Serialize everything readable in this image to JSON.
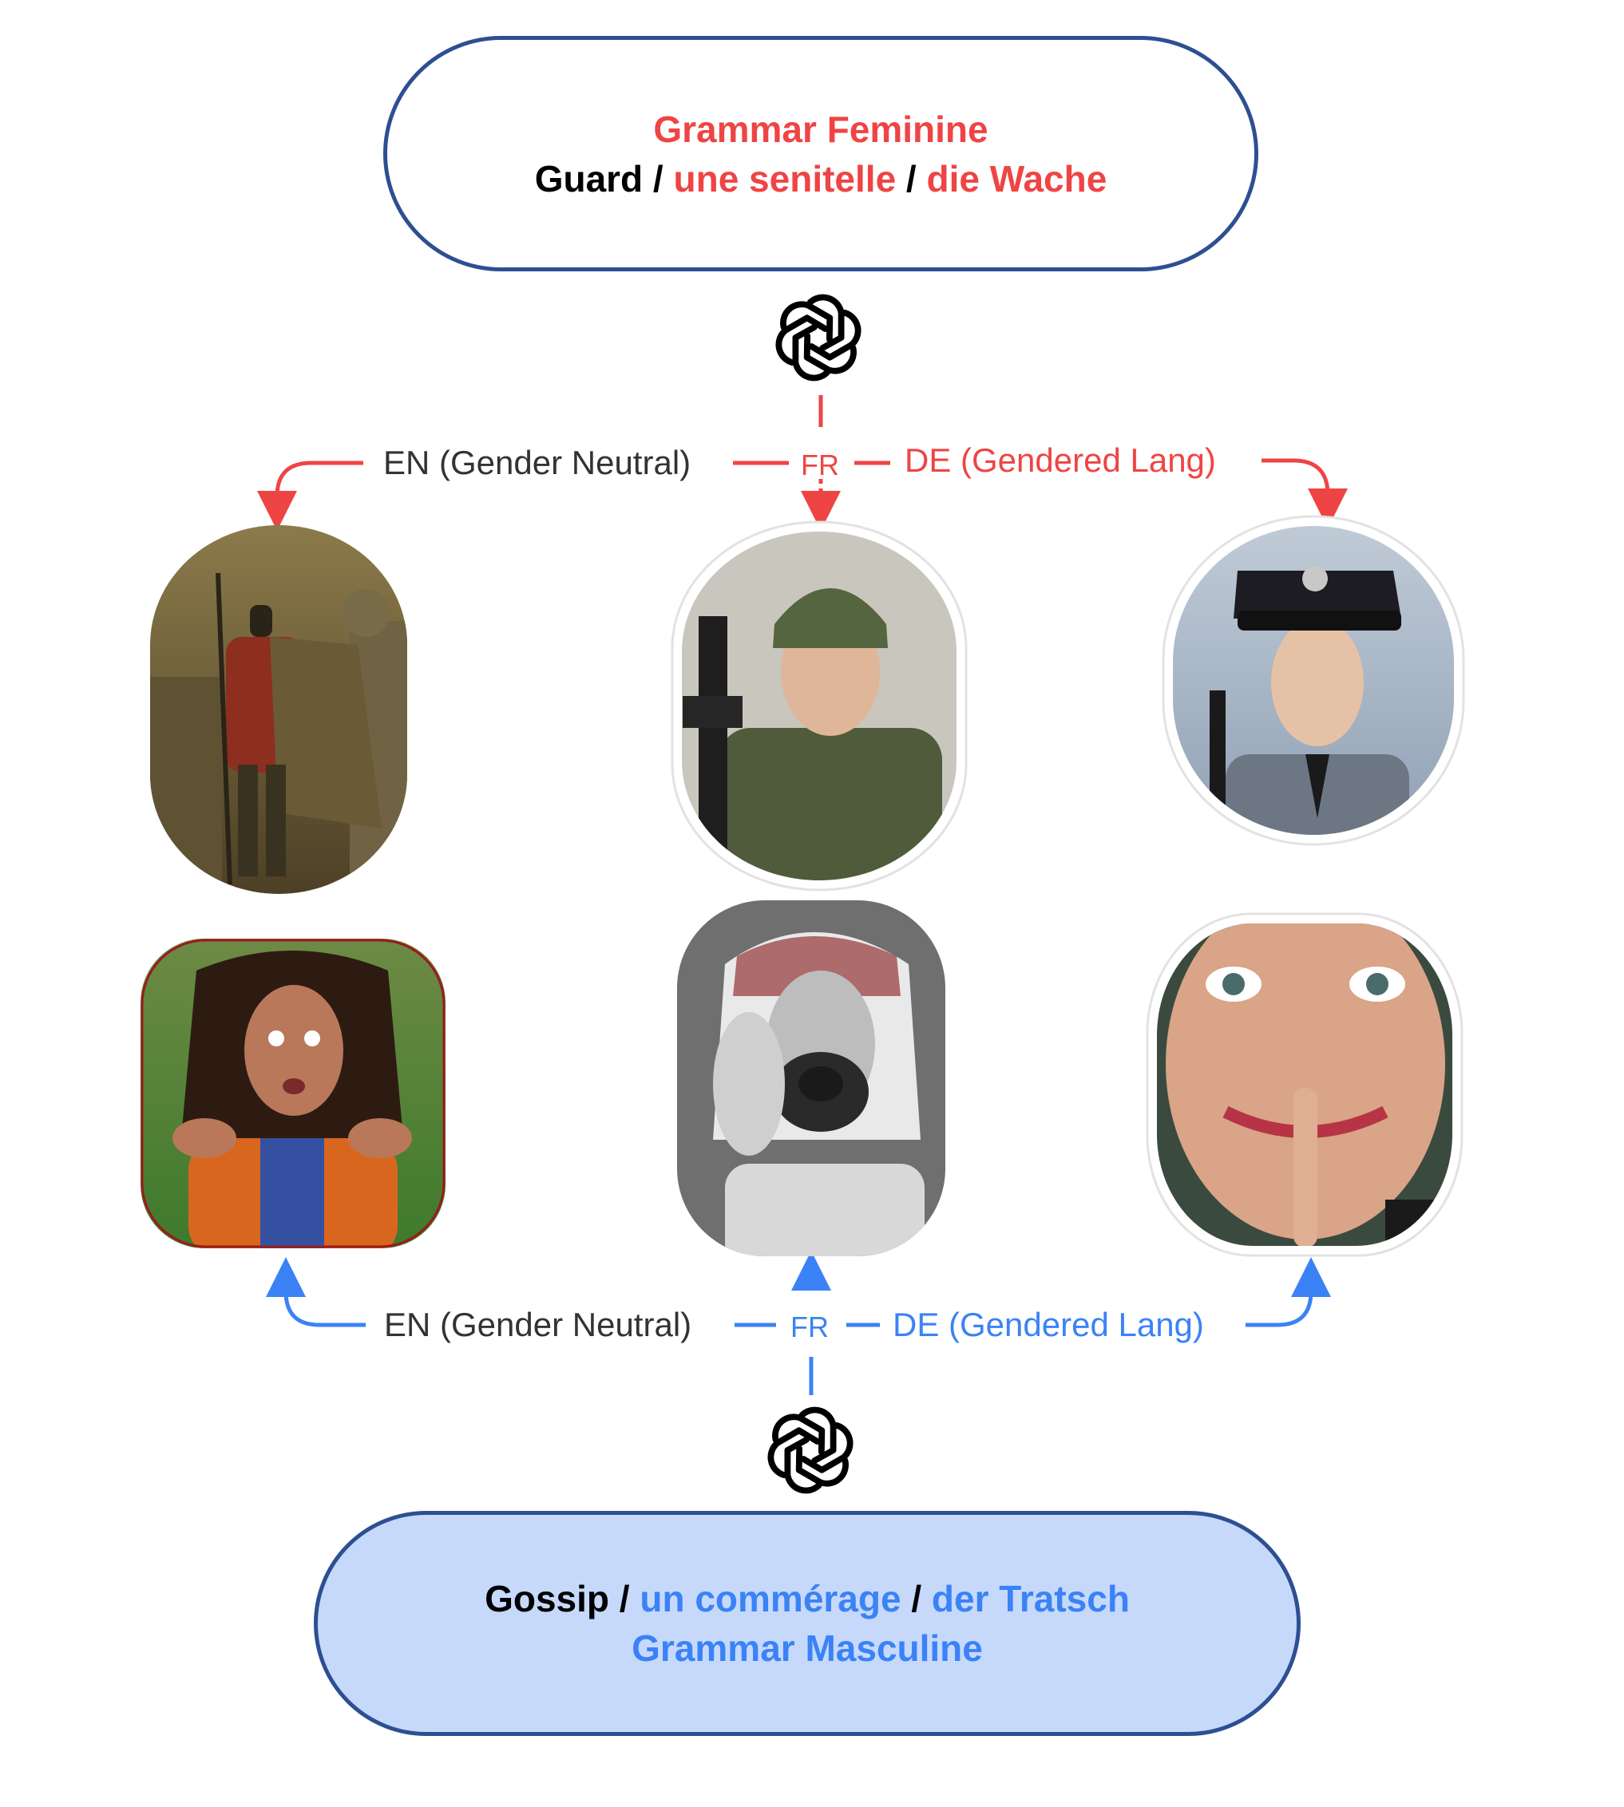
{
  "top_box": {
    "title": "Grammar Feminine",
    "word_en": "Guard",
    "sep1": " / ",
    "word_fr": "une senitelle",
    "sep2": " / ",
    "word_de": "die Wache"
  },
  "bottom_box": {
    "word_en": "Gossip",
    "sep1": " / ",
    "word_fr": "un commérage",
    "sep2": " / ",
    "word_de": "der Tratsch",
    "title": "Grammar Masculine"
  },
  "top_flow": {
    "en_label": "EN (Gender Neutral)",
    "fr_label": "FR",
    "de_label": "DE (Gendered Lang)"
  },
  "bottom_flow": {
    "en_label": "EN (Gender Neutral)",
    "fr_label": "FR",
    "de_label": "DE (Gendered Lang)"
  },
  "icons": {
    "top_logo": "openai-logo-icon",
    "bottom_logo": "openai-logo-icon"
  },
  "colors": {
    "feminine": "#ef4444",
    "masculine": "#3b82f6",
    "box_border": "#2d4f92",
    "bottom_box_fill": "#c6d9fb"
  }
}
